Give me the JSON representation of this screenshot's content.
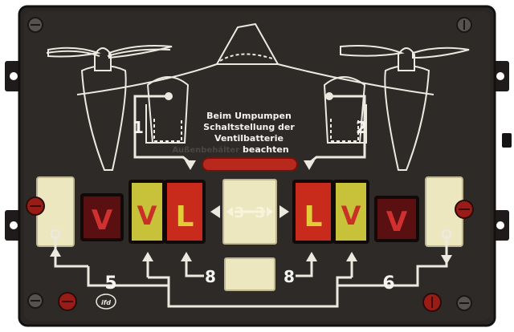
{
  "instruction": {
    "line1": "Beim Umpumpen",
    "line2": "Schaltstellung der",
    "line3": "Ventilbatterie",
    "line4_prefix": "Außenbehälter",
    "line4_suffix": "beachten"
  },
  "labels": {
    "engine_left": "1",
    "engine_right": "2",
    "tank_left": "5",
    "tank_right": "6",
    "center_left": "3",
    "center_right": "3",
    "bottom_left": "8",
    "bottom_right": "8"
  },
  "indicators": {
    "left": [
      {
        "letter": "V",
        "fill": "#5a1010",
        "text_color": "#d03030"
      },
      {
        "letter": "V",
        "fill": "#c8c23a",
        "text_color": "#c83028"
      },
      {
        "letter": "L",
        "fill": "#c82a1c",
        "text_color": "#e2cc3a"
      }
    ],
    "right": [
      {
        "letter": "L",
        "fill": "#c82a1c",
        "text_color": "#e2cc3a"
      },
      {
        "letter": "V",
        "fill": "#c8c23a",
        "text_color": "#c83028"
      },
      {
        "letter": "V",
        "fill": "#5a1010",
        "text_color": "#d03030"
      }
    ]
  },
  "maker_logo": "ifd",
  "colors": {
    "panel": "#2a2624",
    "line": "#ece9e0",
    "cream": "#ede7bf",
    "warning": "#b8281c"
  }
}
